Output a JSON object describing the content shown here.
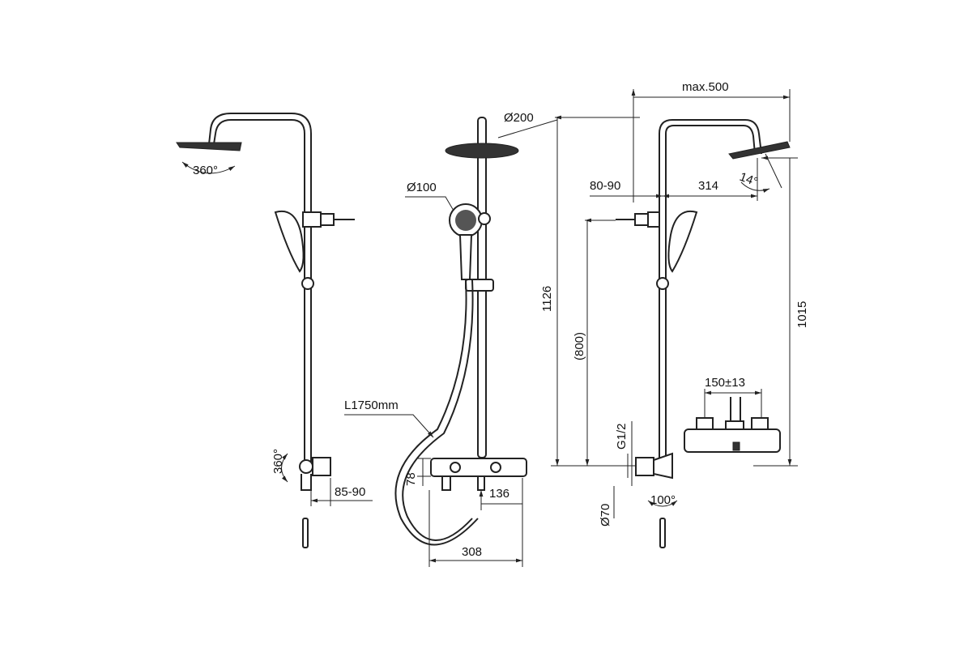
{
  "title": "Shower system technical drawing",
  "left_view": {
    "head_rotation": "360°",
    "valve_rotation": "360°",
    "wall_distance": "85-90"
  },
  "front_view": {
    "head_diameter": "Ø200",
    "hand_diameter": "Ø100",
    "hose_length": "L1750mm",
    "mixer_height": "78",
    "outlet_offset": "136",
    "mixer_width": "308"
  },
  "right_view": {
    "total_height": "1126",
    "bracket_height": "(800)",
    "thread": "G1/2",
    "escutcheon": "Ø70",
    "outlet_rotation": "100°",
    "max_reach": "max.500",
    "wall_distance": "80-90",
    "arm_length": "314",
    "tilt": "14°",
    "head_height": "1015",
    "inlet_spacing": "150±13"
  }
}
